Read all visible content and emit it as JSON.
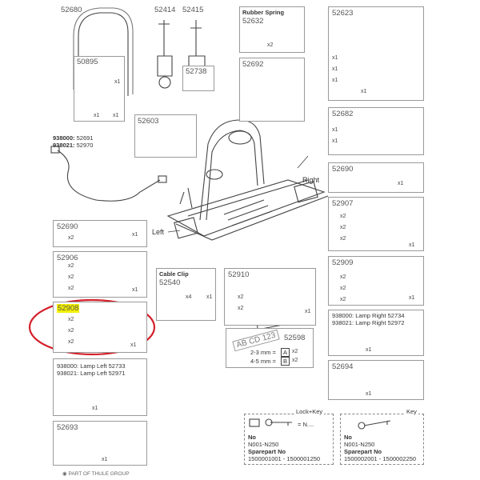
{
  "parts": {
    "p52680": "52680",
    "p52414": "52414",
    "p52415": "52415",
    "p50895": "50895",
    "p52738": "52738",
    "rubber_spring_title": "Rubber Spring",
    "p52632": "52632",
    "p52692": "52692",
    "p52623": "52623",
    "p52603": "52603",
    "p52682": "52682",
    "lamp_code_a": "938000:",
    "lamp_val_a": "52691",
    "lamp_code_b": "938021:",
    "lamp_val_b": "52970",
    "right_label": "Right",
    "left_label": "Left",
    "p52690_right": "52690",
    "p52907": "52907",
    "p52690_left": "52690",
    "p52906": "52906",
    "cable_clip_title": "Cable Clip",
    "p52540": "52540",
    "p52910": "52910",
    "p52909": "52909",
    "p52908": "52908",
    "lamp_right_a": "938000: Lamp Right 52734",
    "lamp_right_b": "938021: Lamp Right 52972",
    "p52598": "52598",
    "plate_text": "AB CD 123",
    "mm_a": "2-3 mm =",
    "mm_b": "4-5 mm =",
    "mm_a_letter": "A",
    "mm_b_letter": "B",
    "lamp_left_a": "938000: Lamp Left 52733",
    "lamp_left_b": "938021: Lamp Left 52971",
    "p52694": "52694",
    "p52693": "52693",
    "lock_key_title": "Lock+Key",
    "key_title": "Key",
    "no_label": "No",
    "lock_code": "N001-N250",
    "key_code": "N001-N250",
    "sparepart_label": "Sparepart No",
    "lock_range": "1500001001 - 1500001250",
    "key_range": "1500002001 - 1500002250",
    "lock_equals": "= N....",
    "footer": "PART OF THULE GROUP"
  },
  "quantities": {
    "x1": "x1",
    "x2": "x2",
    "x4": "x4"
  },
  "colors": {
    "highlight_circle": "#d4202a",
    "highlight_label": "#f4f000",
    "border": "#9a9a9a"
  }
}
